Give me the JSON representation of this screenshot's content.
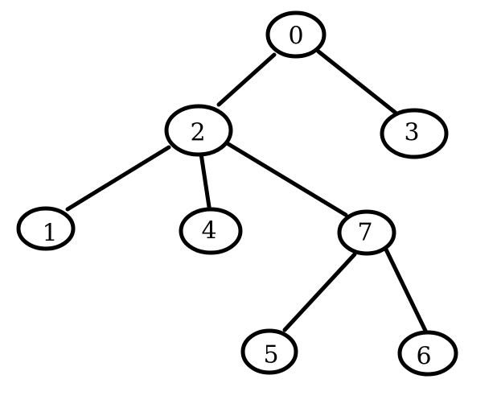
{
  "diagram": {
    "type": "tree",
    "colors": {
      "stroke": "#000000",
      "background": "#ffffff"
    },
    "nodes": [
      {
        "id": "n0",
        "label": "0"
      },
      {
        "id": "n2",
        "label": "2"
      },
      {
        "id": "n3",
        "label": "3"
      },
      {
        "id": "n1",
        "label": "1"
      },
      {
        "id": "n4",
        "label": "4"
      },
      {
        "id": "n7",
        "label": "7"
      },
      {
        "id": "n5",
        "label": "5"
      },
      {
        "id": "n6",
        "label": "6"
      }
    ],
    "edges": [
      {
        "from": "0",
        "to": "2"
      },
      {
        "from": "0",
        "to": "3"
      },
      {
        "from": "2",
        "to": "1"
      },
      {
        "from": "2",
        "to": "4"
      },
      {
        "from": "2",
        "to": "7"
      },
      {
        "from": "7",
        "to": "5"
      },
      {
        "from": "7",
        "to": "6"
      }
    ]
  }
}
